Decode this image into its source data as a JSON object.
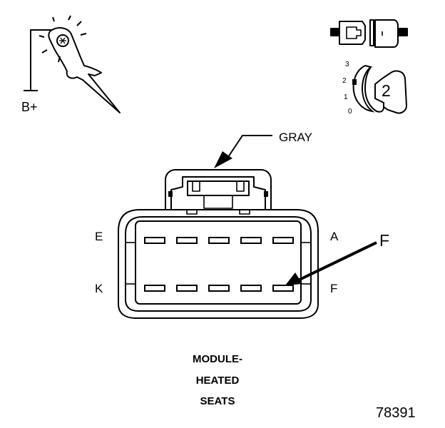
{
  "diagram": {
    "probe": {
      "label": "B+",
      "icon": "test-light-probe-icon"
    },
    "connector_view": {
      "icon": "connector-mating-view-icon"
    },
    "pin_position": {
      "value": "2",
      "scale": [
        "3",
        "2",
        "1",
        "0"
      ],
      "icon": "pin-position-dial-icon"
    },
    "callout": {
      "label": "GRAY"
    },
    "connector": {
      "icon": "connector-face-icon",
      "top_row_left_label": "E",
      "top_row_right_label": "A",
      "bottom_row_left_label": "K",
      "bottom_row_right_label": "F",
      "pins_per_row": 5
    },
    "pointer": {
      "label": "F"
    },
    "title_lines": [
      "MODULE-",
      "HEATED",
      "SEATS"
    ],
    "figure_number": "78391"
  }
}
